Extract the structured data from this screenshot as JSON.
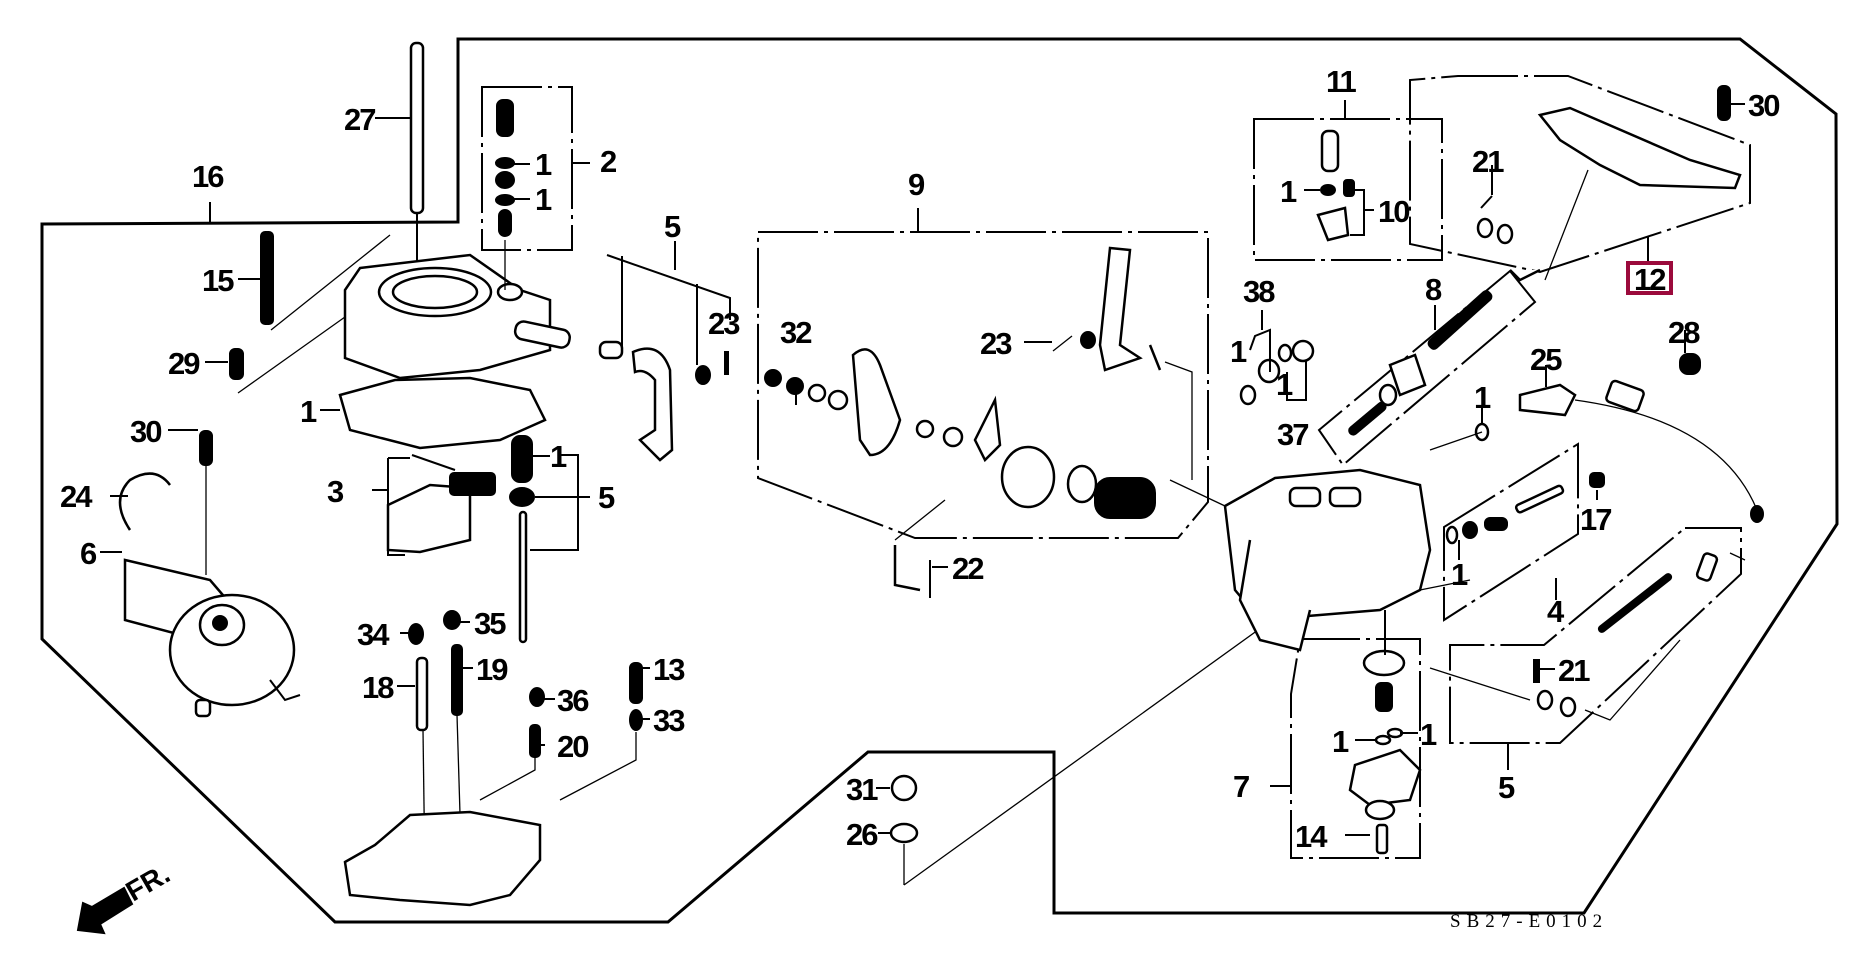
{
  "diagram": {
    "title": "Carburetor exploded parts diagram",
    "diagram_code": "SB27-E0102",
    "direction_label": "FR.",
    "highlight_color": "#9b0a3c",
    "highlighted_callout": "12",
    "callouts": {
      "c27": "27",
      "c16": "16",
      "c15": "15",
      "c29": "29",
      "c1_gasket": "1",
      "c2": "2",
      "c1_n1": "1",
      "c1_n2": "1",
      "c5_top": "5",
      "c23_left": "23",
      "c30_left": "30",
      "c24": "24",
      "c6": "6",
      "c3": "3",
      "c1_float": "1",
      "c5_float": "5",
      "c34": "34",
      "c35": "35",
      "c18": "18",
      "c19": "19",
      "c36": "36",
      "c20": "20",
      "c13": "13",
      "c33": "33",
      "c9": "9",
      "c32": "32",
      "c23_mid": "23",
      "c22": "22",
      "c31": "31",
      "c26": "26",
      "c11": "11",
      "c1_11": "1",
      "c10": "10",
      "c38": "38",
      "c1_38": "1",
      "c1_37": "1",
      "c37": "37",
      "c8": "8",
      "c21_top": "21",
      "c30_right": "30",
      "c12": "12",
      "c28": "28",
      "c25": "25",
      "c1_25": "1",
      "c17": "17",
      "c1_4": "1",
      "c4": "4",
      "c7": "7",
      "c1_7a": "1",
      "c1_7b": "1",
      "c14": "14",
      "c21_bot": "21",
      "c5_bot": "5"
    }
  }
}
